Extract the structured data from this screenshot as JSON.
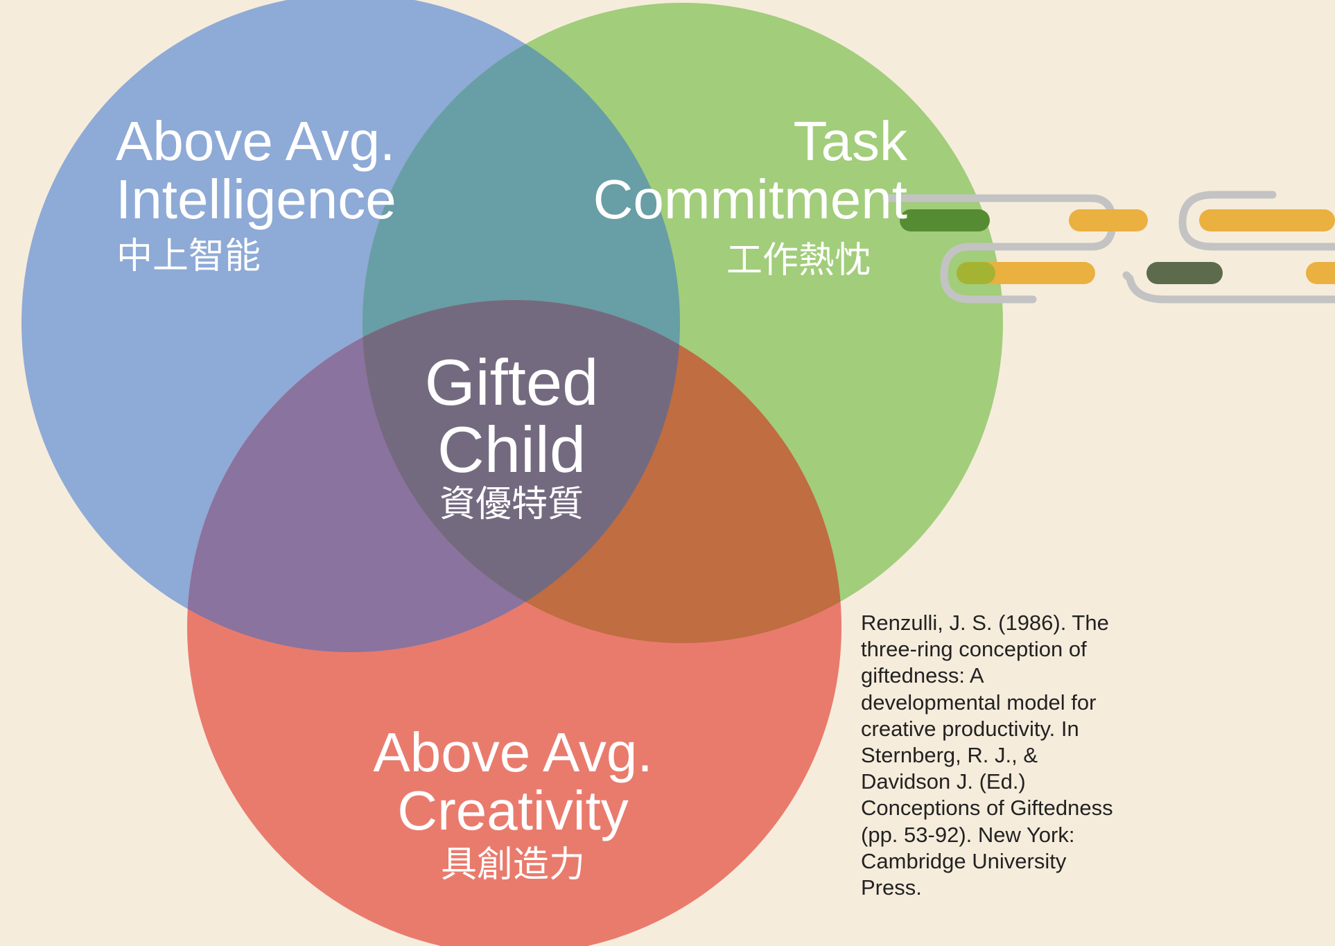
{
  "colors": {
    "background": "#f6ecdc",
    "intelligence": "#8eaad6",
    "task_commitment": "#a2cd7b",
    "creativity": "#e97b6d",
    "label_text": "#ffffff",
    "citation_text": "#222222"
  },
  "circles": {
    "intelligence": {
      "title_line1": "Above Avg.",
      "title_line2": "Intelligence",
      "subtitle_zh": "中上智能"
    },
    "task_commitment": {
      "title_line1": "Task",
      "title_line2": "Commitment",
      "subtitle_zh": "工作熱忱"
    },
    "creativity": {
      "title_line1": "Above Avg.",
      "title_line2": "Creativity",
      "subtitle_zh": "具創造力"
    },
    "center": {
      "title_line1": "Gifted",
      "title_line2": "Child",
      "subtitle_zh": "資優特質"
    }
  },
  "citation": {
    "lines": [
      "Renzulli, J. S. (1986). The",
      "three-ring conception of",
      "giftedness: A",
      "developmental model for",
      "creative productivity. In",
      "Sternberg, R. J., &",
      "Davidson J. (Ed.)",
      "Conceptions of Giftedness",
      "(pp. 53-92). New York:",
      "Cambridge University",
      "Press."
    ]
  },
  "decoration": {
    "icon": "paperclip-chain-decoration"
  }
}
